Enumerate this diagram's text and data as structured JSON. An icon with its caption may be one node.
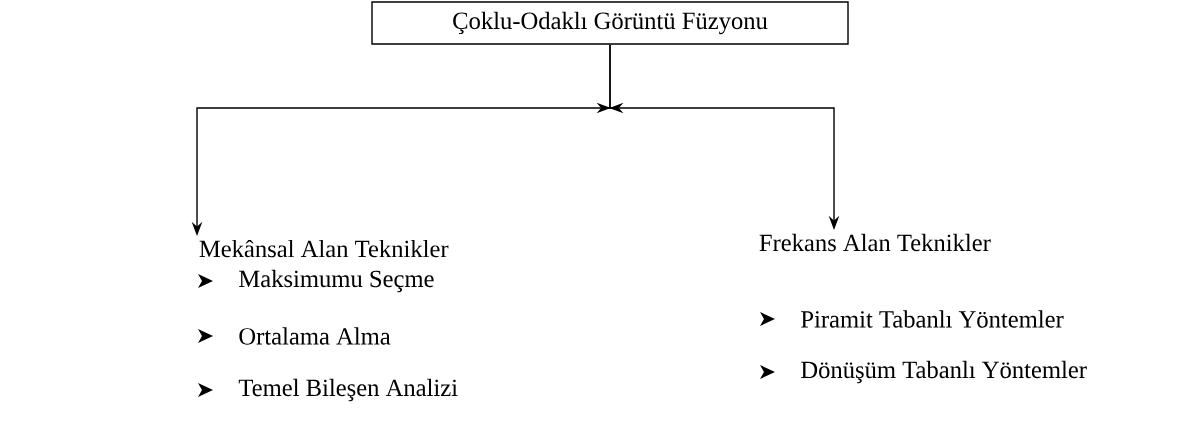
{
  "diagram": {
    "nodes": [
      {
        "text": [
          "Çoklu-Odaklı Görüntü Füzyonu"
        ]
      },
      {
        "text": [
          "Mekânsal Alan Teknikler"
        ]
      },
      {
        "text": [
          "Frekans Alan Teknikler"
        ]
      }
    ],
    "edges": [
      {
        "from": 0,
        "to": 1,
        "arrow": "to"
      },
      {
        "from": 0,
        "to": 2,
        "arrow": "to"
      }
    ],
    "labels": [
      "Maksimumu Seçme",
      "Piramit Tabanlı Yöntemler",
      "Ortalama Alma",
      "Dönüşüm Tabanlı Yöntemler",
      "Temel Bileşen Analizi"
    ]
  }
}
